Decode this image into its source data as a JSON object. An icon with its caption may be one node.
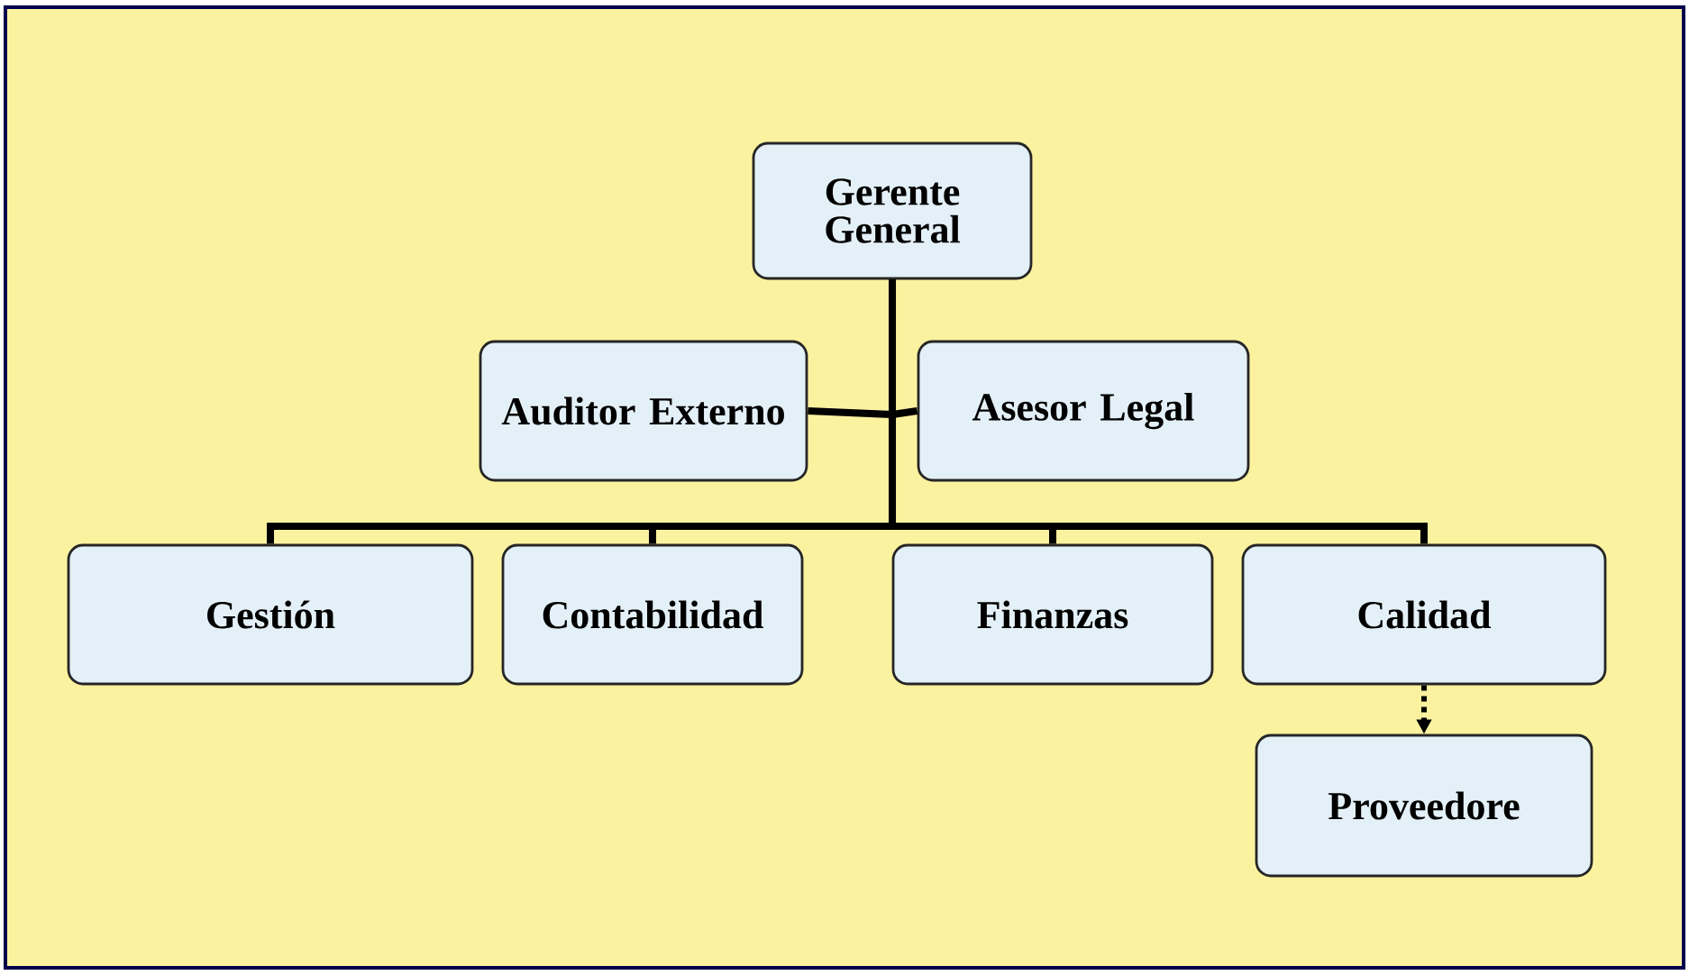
{
  "diagram": {
    "nodes": [
      {
        "text": [
          "Gerente General"
        ]
      },
      {
        "text": [
          "Auditor Externo"
        ]
      },
      {
        "text": [
          "Asesor Legal"
        ]
      },
      {
        "text": [
          "Gestión"
        ]
      },
      {
        "text": [
          "Contabilidad"
        ]
      },
      {
        "text": [
          "Finanzas"
        ]
      },
      {
        "text": [
          "Calidad"
        ]
      },
      {
        "text": [
          "Proveedore"
        ]
      }
    ],
    "edges": [
      {
        "from": 0,
        "to": 1,
        "arrow": "none"
      },
      {
        "from": 0,
        "to": 2,
        "arrow": "none"
      },
      {
        "from": 0,
        "to": 3,
        "arrow": "none"
      },
      {
        "from": 0,
        "to": 4,
        "arrow": "none"
      },
      {
        "from": 0,
        "to": 5,
        "arrow": "none"
      },
      {
        "from": 0,
        "to": 6,
        "arrow": "none"
      },
      {
        "from": 6,
        "to": 7,
        "arrow": "to",
        "style": "dashed"
      }
    ]
  }
}
